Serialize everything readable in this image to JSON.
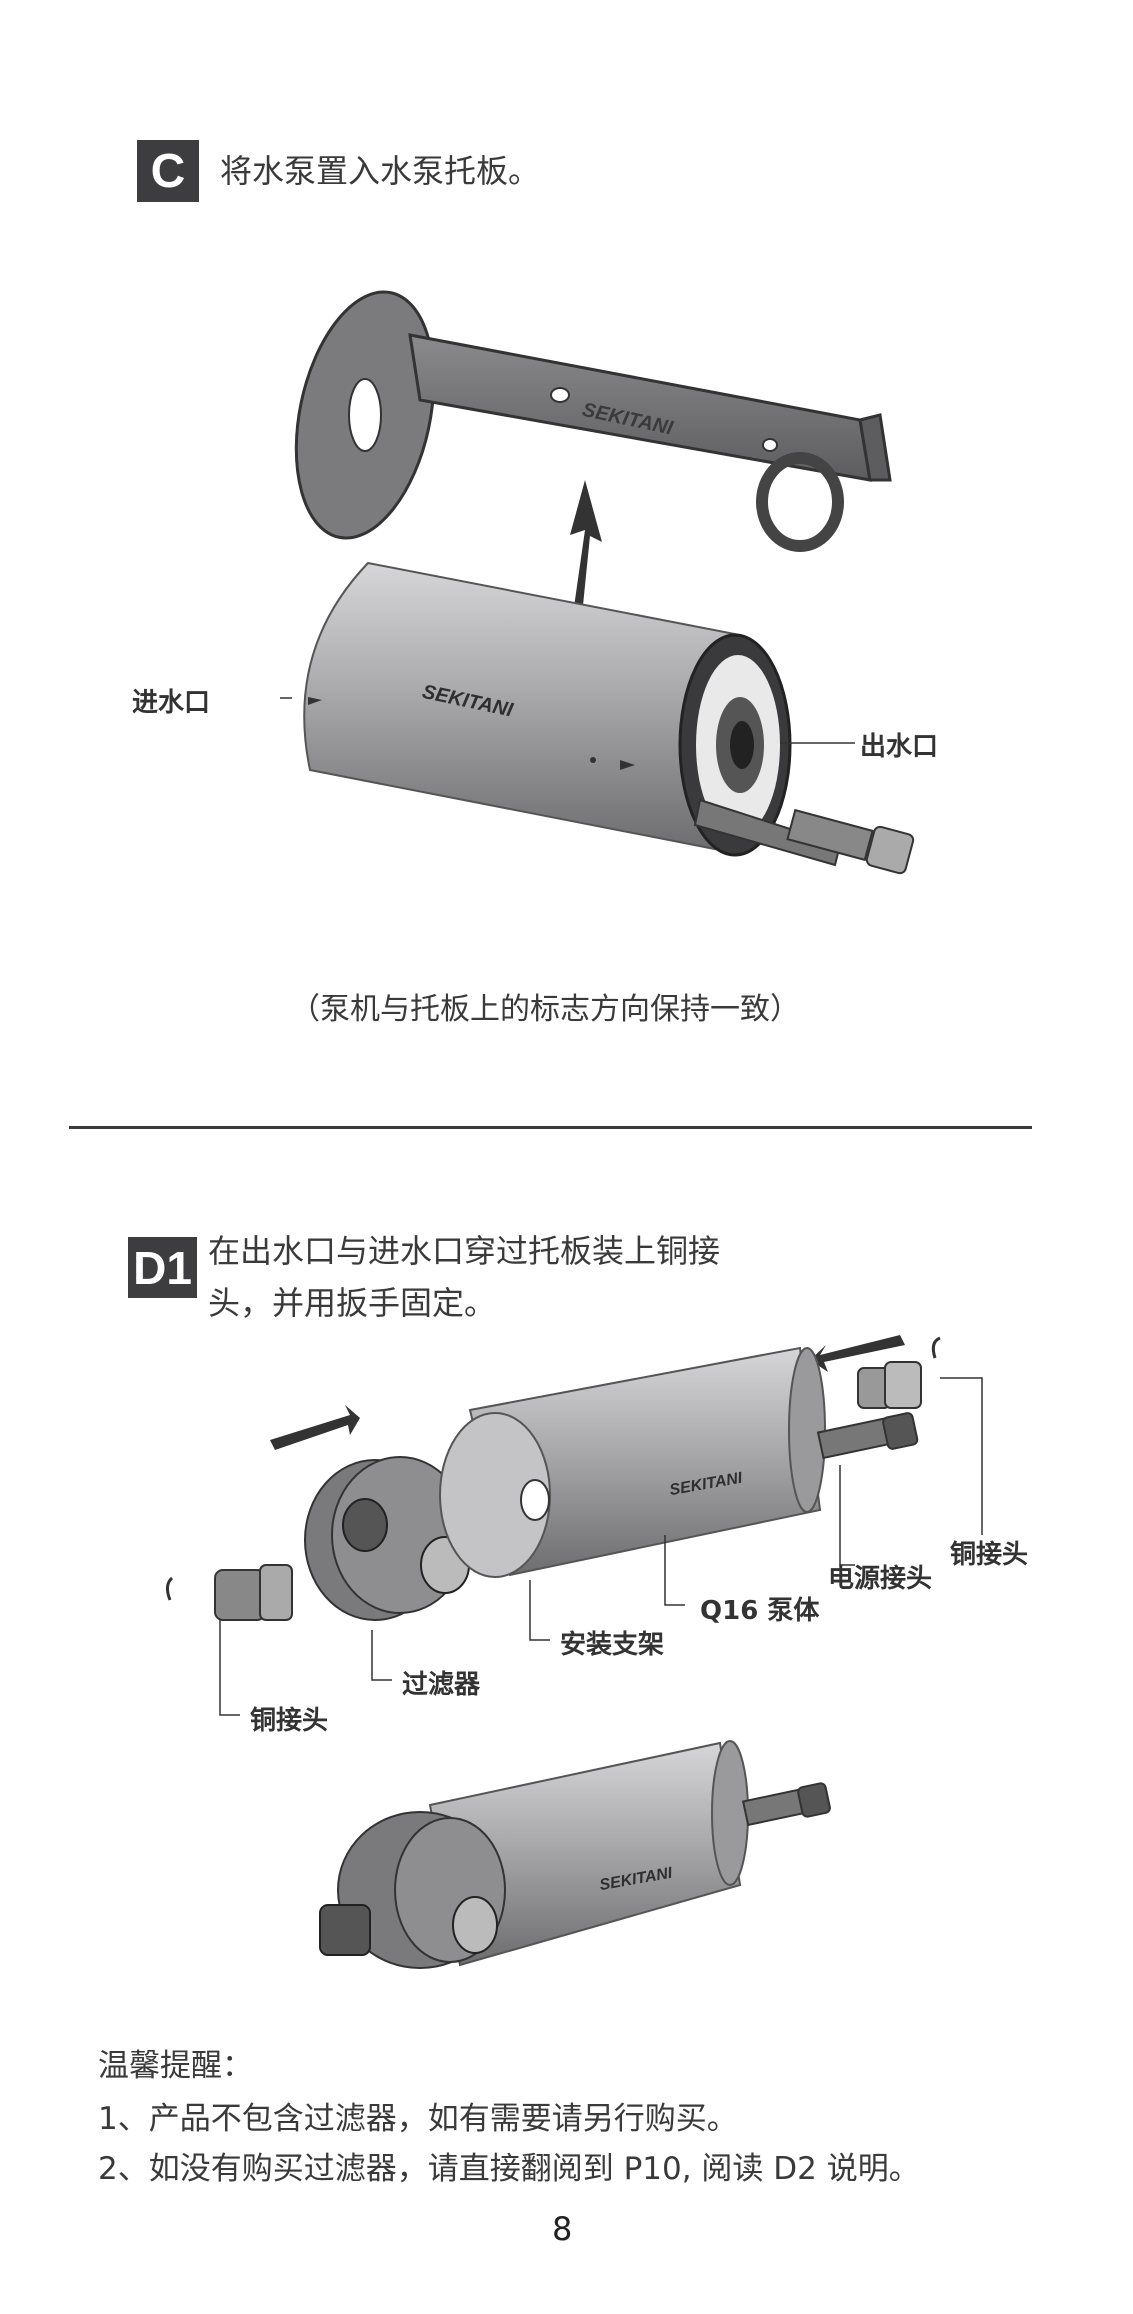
{
  "step_c": {
    "badge": "C",
    "instruction": "将水泵置入水泵托板。",
    "labels": {
      "inlet": "进水口",
      "outlet": "出水口"
    },
    "brand_bracket": "SEKITANI",
    "brand_pump": "SEKITANI",
    "caption": "（泵机与托板上的标志方向保持一致）"
  },
  "step_d1": {
    "badge": "D1",
    "instruction_line1": "在出水口与进水口穿过托板装上铜接",
    "instruction_line2": "头，并用扳手固定。",
    "labels": {
      "copper_fitting_right": "铜接头",
      "power_connector": "电源接头",
      "pump_body": "Q16 泵体",
      "mounting_bracket": "安装支架",
      "filter": "过滤器",
      "copper_fitting_left": "铜接头"
    },
    "brand_pump": "SEKITANI"
  },
  "notes": {
    "title": "温馨提醒：",
    "items": [
      "1、产品不包含过滤器，如有需要请另行购买。",
      "2、如没有购买过滤器，请直接翻阅到 P10, 阅读 D2 说明。"
    ]
  },
  "page_number": "8"
}
